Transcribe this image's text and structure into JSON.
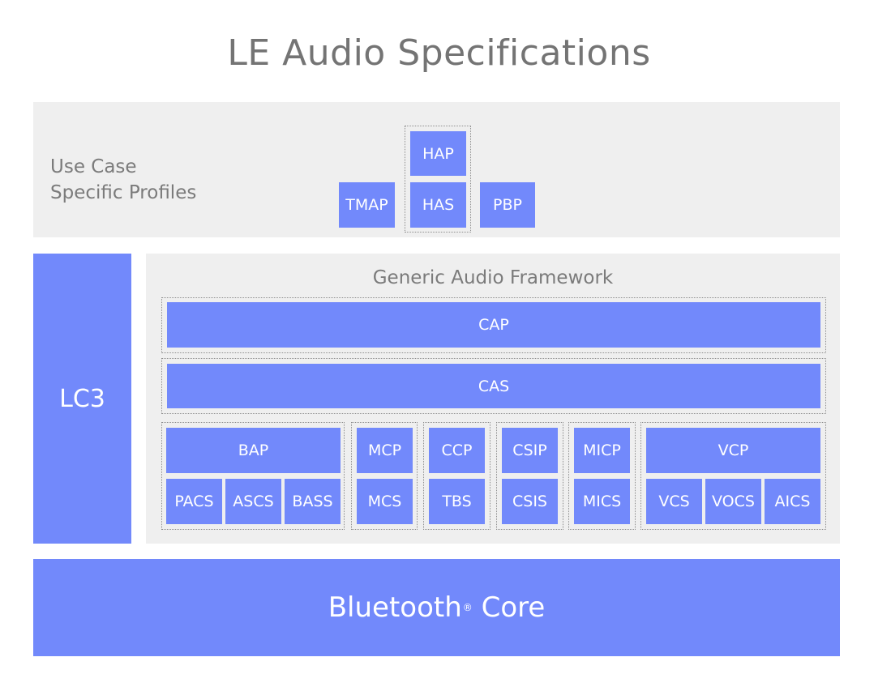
{
  "title": "LE Audio Specifications",
  "use_case_label_line1": "Use Case",
  "use_case_label_line2": "Specific Profiles",
  "profiles": {
    "hap": "HAP",
    "has": "HAS",
    "tmap": "TMAP",
    "pbp": "PBP"
  },
  "lc3": "LC3",
  "gaf": {
    "label": "Generic Audio Framework",
    "cap": "CAP",
    "cas": "CAS",
    "groups": {
      "bap": {
        "top": "BAP",
        "bottom": [
          "PACS",
          "ASCS",
          "BASS"
        ]
      },
      "mcp": {
        "top": "MCP",
        "bottom": [
          "MCS"
        ]
      },
      "ccp": {
        "top": "CCP",
        "bottom": [
          "TBS"
        ]
      },
      "csip": {
        "top": "CSIP",
        "bottom": [
          "CSIS"
        ]
      },
      "micp": {
        "top": "MICP",
        "bottom": [
          "MICS"
        ]
      },
      "vcp": {
        "top": "VCP",
        "bottom": [
          "VCS",
          "VOCS",
          "AICS"
        ]
      }
    }
  },
  "core": {
    "label": "Bluetooth",
    "registered": "®",
    "suffix": " Core"
  },
  "colors": {
    "block": "#7289fb",
    "panel": "#efefef",
    "label_text": "#7b7b7b",
    "title_text": "#747474"
  }
}
